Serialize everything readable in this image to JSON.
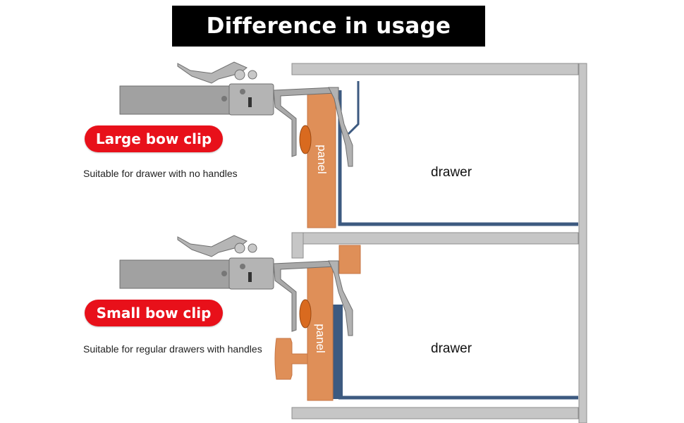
{
  "title": "Difference in usage",
  "top": {
    "clip_label": "Large bow clip",
    "description": "Suitable for drawer with no handles",
    "panel_label": "panel",
    "drawer_label": "drawer"
  },
  "bottom": {
    "clip_label": "Small bow clip",
    "description": "Suitable for regular drawers with handles",
    "panel_label": "panel",
    "drawer_label": "drawer"
  },
  "colors": {
    "title_bg": "#000000",
    "pill_red": "#e8101a",
    "panel_orange": "#df8f58",
    "drawer_blue": "#3d5a80",
    "cabinet_gray": "#c6c6c6",
    "clip_metal": "#9b9b9b",
    "roller_orange": "#d96a1f"
  }
}
